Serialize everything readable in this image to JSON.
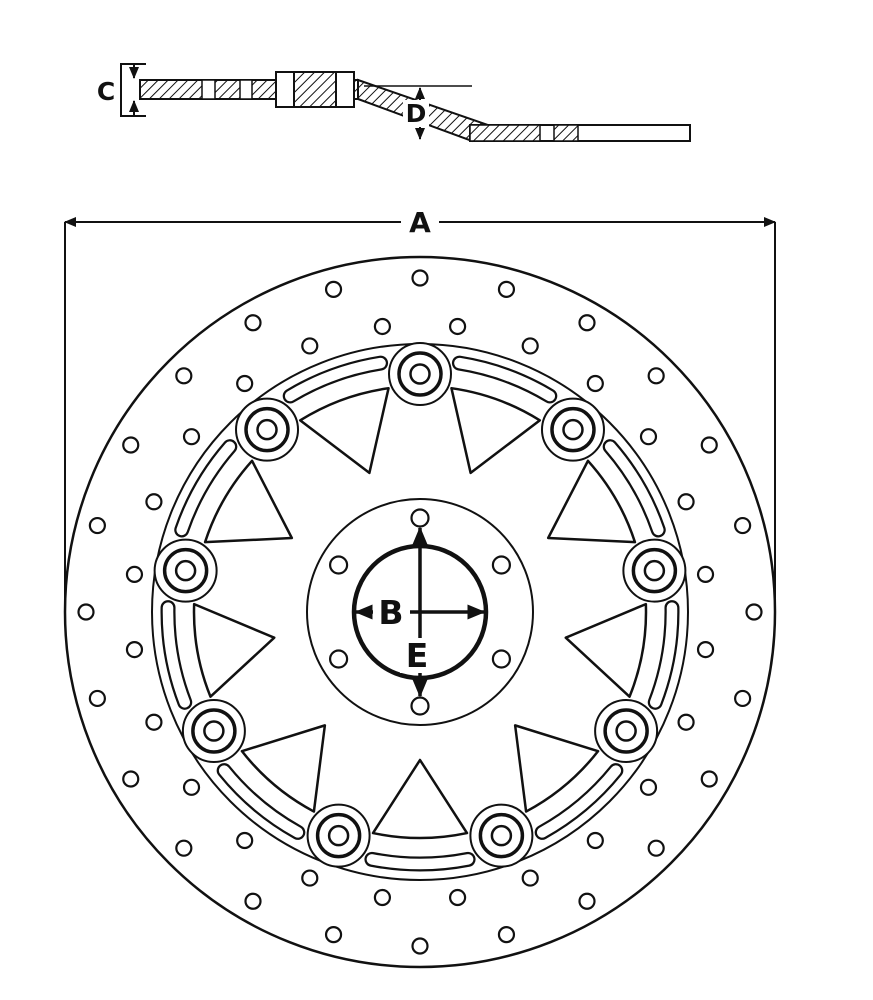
{
  "figure": {
    "kind": "brake-disc-technical-drawing",
    "views": [
      "cross-section",
      "front-view"
    ]
  },
  "labels": {
    "A": "A",
    "B": "B",
    "C": "C",
    "D": "D",
    "E": "E"
  },
  "colors": {
    "line": "#111111",
    "background": "#ffffff"
  },
  "disc": {
    "rivet_count": 9,
    "bolt_hole_count": 6,
    "outer_ring_hole_count": 24,
    "inner_ring_hole_count": 24
  }
}
